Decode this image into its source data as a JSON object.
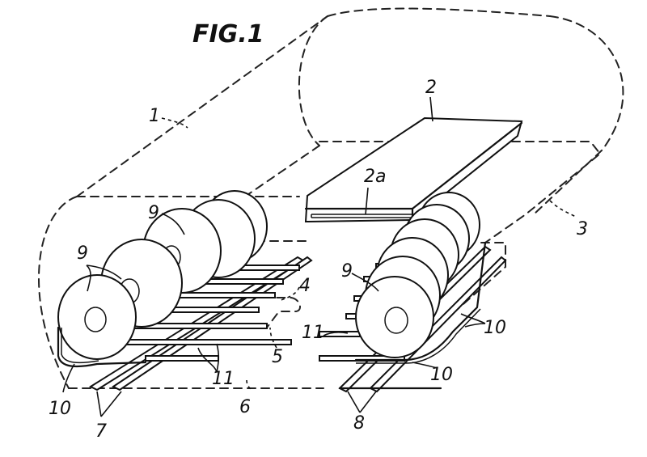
{
  "figure": {
    "title": "FIG.1",
    "labels": {
      "l1": "1",
      "l2": "2",
      "l2a": "2a",
      "l3": "3",
      "l4": "4",
      "l5": "5",
      "l6": "6",
      "l7": "7",
      "l8": "8",
      "l9a": "9",
      "l9b": "9",
      "l9c": "9",
      "l10a": "10",
      "l10b": "10",
      "l10c": "10",
      "l11a": "11",
      "l11b": "11"
    }
  }
}
